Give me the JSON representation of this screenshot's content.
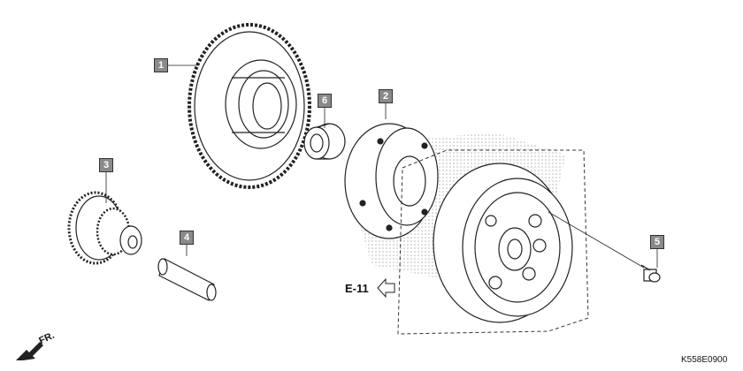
{
  "callouts": [
    {
      "id": "1",
      "label": "1"
    },
    {
      "id": "2",
      "label": "2"
    },
    {
      "id": "3",
      "label": "3"
    },
    {
      "id": "4",
      "label": "4"
    },
    {
      "id": "5",
      "label": "5"
    },
    {
      "id": "6",
      "label": "6"
    }
  ],
  "reference": {
    "label": "E-11"
  },
  "direction": {
    "label": "FR."
  },
  "drawing_code": "K558E0900",
  "colors": {
    "line": "#222222",
    "callout_fill": "#8a8a8a",
    "shade": "#bdbdbd"
  }
}
